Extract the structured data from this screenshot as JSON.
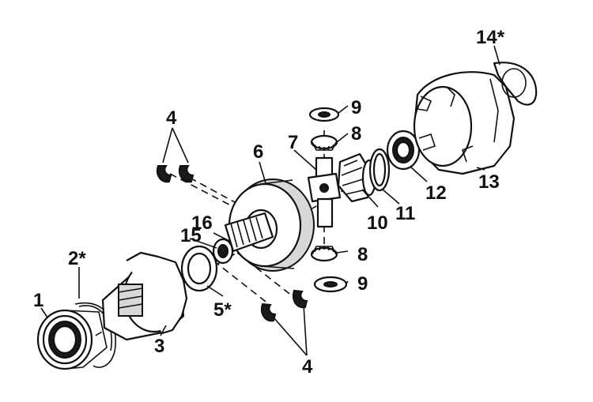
{
  "labels": {
    "l1": "1",
    "l2": "2*",
    "l3": "3",
    "l4_top": "4",
    "l4_bottom": "4",
    "l5": "5*",
    "l6": "6",
    "l7": "7",
    "l8_top": "8",
    "l8_bottom": "8",
    "l9_top": "9",
    "l9_bottom": "9",
    "l10": "10",
    "l11": "11",
    "l12": "12",
    "l13": "13",
    "l14": "14*",
    "l15": "15",
    "l16": "16"
  }
}
